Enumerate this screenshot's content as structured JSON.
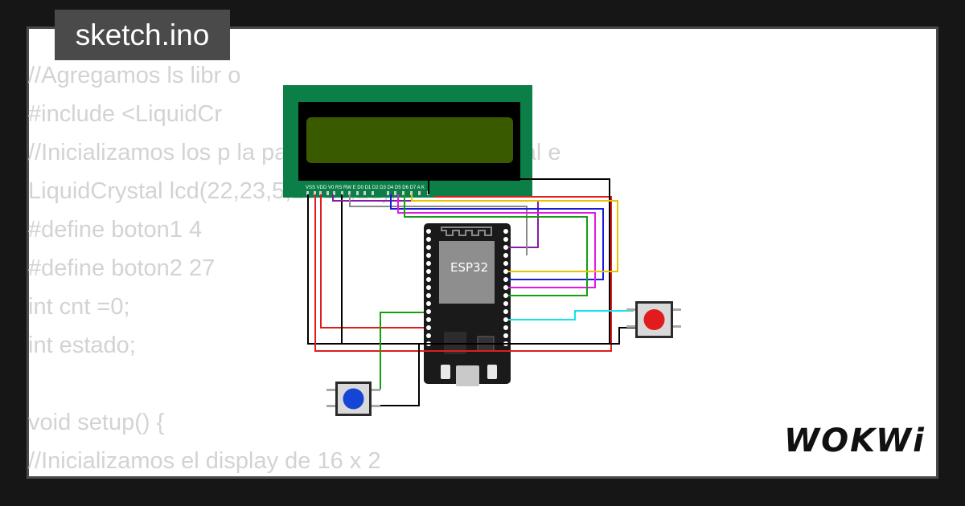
{
  "file_tab": {
    "label": "sketch.ino"
  },
  "code_lines": [
    "//Agregamos ls libr                                              o",
    "#include <LiquidCr",
    "//Inicializamos los p                              la pantalla de cristal liquido al e",
    "LiquidCrystal lcd(22,23,5,18,19,21);",
    "#define boton1 4",
    "#define boton2 27",
    "int cnt =0;",
    "int estado;",
    "",
    "void setup() {",
    "  //Inicializamos el display de 16 x 2"
  ],
  "lcd": {
    "pin_labels": "VSS VDD V0 RS RW E D0 D1 D2 D3 D4 D5 D6 D7 A K"
  },
  "esp32": {
    "chip_label": "ESP32"
  },
  "brand": {
    "logo_text": "WOKWi"
  },
  "colors": {
    "lcd_board": "#0b7f47",
    "lcd_screen": "#3a5a00",
    "esp_board": "#1a1a1a",
    "button_blue": "#1545d6",
    "button_red": "#e01c1c"
  }
}
